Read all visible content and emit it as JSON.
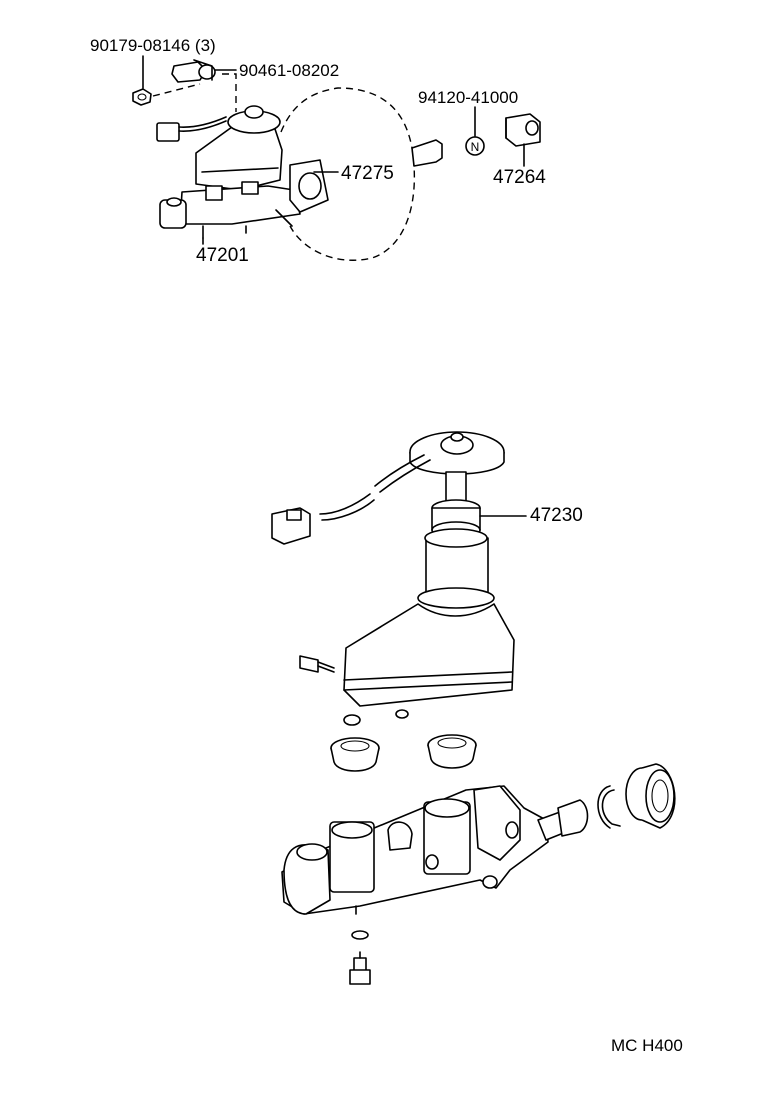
{
  "parts": {
    "p90179": "90179-08146 (3)",
    "p90461": "90461-08202",
    "p94120": "94120-41000",
    "p47275": "47275",
    "p47264": "47264",
    "p47201": "47201",
    "p47230": "47230"
  },
  "nut_marker": "N",
  "diagram_code": "MC H400"
}
